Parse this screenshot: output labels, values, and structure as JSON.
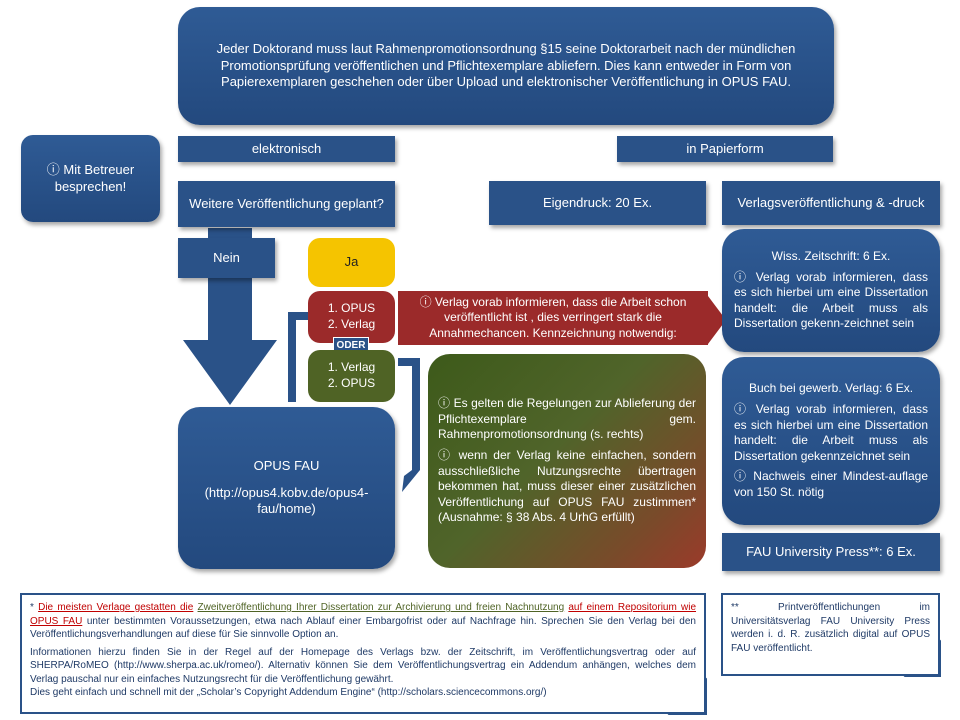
{
  "top": {
    "text": "Jeder Doktorand muss laut Rahmenpromotionsordnung §15  seine Doktorarbeit nach der mündlichen Promotionsprüfung veröffentlichen und Pflichtexemplare abliefern. Dies kann entweder in Form von Papierexemplaren geschehen oder über Upload und elektronischer Veröffentlichung in OPUS FAU."
  },
  "betreuer": {
    "icon": "ⓘ",
    "text": "Mit Betreuer besprechen!"
  },
  "elektronisch": "elektronisch",
  "papierform": "in Papierform",
  "weitere": "Weitere Veröffentlichung geplant?",
  "nein": "Nein",
  "ja": "Ja",
  "opus_first": {
    "line1": "1.  OPUS",
    "line2": "2. Verlag"
  },
  "oder": "ODER",
  "verlag_first": {
    "line1": "1. Verlag",
    "line2": "2.  OPUS"
  },
  "red_note": "ⓘ Verlag vorab informieren, dass die Arbeit schon veröffentlicht ist , dies verringert stark die Annahmechancen. Kennzeichnung notwendig:",
  "green_note": {
    "p1": "ⓘ  Es gelten die Regelungen zur Ablieferung der Pflichtexemplare gem. Rahmenpromotionsordnung (s. rechts)",
    "p2": "ⓘ  wenn der Verlag keine einfachen, sondern ausschließliche Nutzungsrechte übertragen bekommen hat, muss dieser einer zusätzlichen Veröffentlichung auf OPUS FAU zustimmen* (Ausnahme: § 38 Abs. 4 UrhG erfüllt)"
  },
  "opus_fau": {
    "title": "OPUS FAU",
    "url": "(http://opus4.kobv.de/opus4-fau/home)"
  },
  "eigendruck": "Eigendruck: 20 Ex.",
  "verlagsveroeff": "Verlagsveröffentlichung & -druck",
  "zeitschrift": {
    "title": "Wiss. Zeitschrift:  6 Ex.",
    "text": "ⓘ  Verlag vorab informieren, dass es sich hierbei um eine Dissertation handelt: die Arbeit muss als Dissertation gekenn-zeichnet sein"
  },
  "buch": {
    "title": "Buch bei gewerb. Verlag:  6 Ex.",
    "p1": "ⓘ  Verlag vorab informieren, dass es sich hierbei um eine Dissertation handelt: die Arbeit muss als Dissertation gekennzeichnet sein",
    "p2": "ⓘ  Nachweis einer Mindest-auflage von 150 St. nötig"
  },
  "fau_press": "FAU University Press**: 6 Ex.",
  "footnote1": {
    "star": "*",
    "hl1": "Die meisten Verlage gestatten die",
    "hy": "Zweitveröffentlichung Ihrer Dissertation zur Archivierung und freien Nachnutzung",
    "hl2": "auf einem Repositorium wie OPUS FAU",
    "rest1": "unter bestimmten Voraussetzungen, etwa nach Ablauf einer Embargofrist oder auf Nachfrage hin. Sprechen Sie den Verlag bei den Veröffentlichungsverhandlungen  auf diese für Sie sinnvolle Option an.",
    "p2": "Informationen hierzu finden Sie in der Regel auf der Homepage des Verlags bzw. der Zeitschrift, im Veröffentlichungsvertrag oder auf  SHERPA/RoMEO (http://www.sherpa.ac.uk/romeo/). Alternativ können Sie dem Veröffentlichungsvertrag ein Addendum anhängen, welches dem Verlag pauschal nur ein einfaches Nutzungsrecht für die Veröffentlichung gewährt.",
    "p3": "Dies geht einfach und schnell mit der „Scholar’s Copyright Addendum Engine“ (http://scholars.sciencecommons.org/)"
  },
  "footnote2": "** Printveröffentlichungen im Universitätsverlag FAU University Press werden i. d. R. zusätzlich digital auf OPUS FAU veröffentlicht.",
  "colors": {
    "blue": "#2a5288",
    "yellow": "#f5c400",
    "red": "#9b2a2a",
    "green": "#4f6325"
  }
}
